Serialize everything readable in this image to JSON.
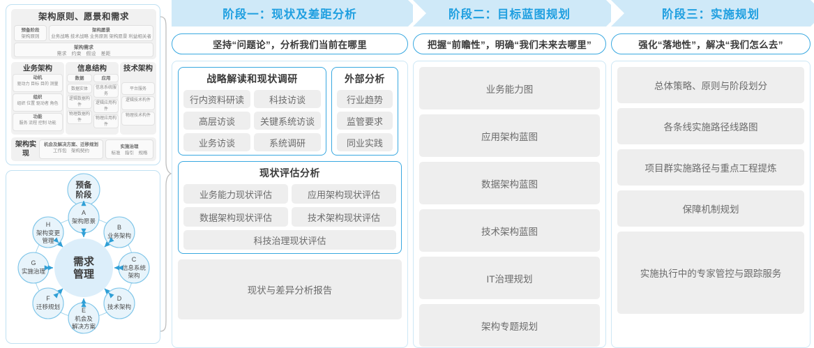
{
  "left_panel": {
    "togaf": {
      "title": "架构原则、愿景和需求",
      "prep_stage": {
        "title": "预备阶段",
        "items": "架构原则"
      },
      "arch_vision": {
        "title": "架构愿景",
        "items": "业务战略 技术战略 业务原则 架构愿景 利益相关者"
      },
      "arch_req": {
        "title": "架构需求",
        "items": "需求　约束　假设　差距"
      },
      "columns": [
        {
          "header": "业务架构",
          "groups": [
            {
              "title": "动机",
              "items": "驱动力 目标 目的 测量"
            },
            {
              "title": "组织",
              "items": "组织 位置 驱动者 角色"
            },
            {
              "title": "功能",
              "items": "服务 流程 控制 功能"
            }
          ]
        },
        {
          "header": "信息结构",
          "sub_columns": [
            {
              "title": "数据",
              "items": [
                "数据实体",
                "逻辑数据构件",
                "物理数据构件"
              ]
            },
            {
              "title": "应用",
              "items": [
                "信息系统服务",
                "逻辑应用构件",
                "物理应用构件"
              ]
            }
          ]
        },
        {
          "header": "技术架构",
          "items": [
            "平台服务",
            "逻辑技术构件",
            "物理技术构件"
          ]
        }
      ],
      "bottom": {
        "label": "架构实现",
        "opportunity": {
          "title": "机会及解决方案、迁移规划",
          "items": "工作包　架构契约"
        },
        "governance": {
          "title": "实施治理",
          "items": "标准　指引　规格"
        }
      }
    },
    "adm": {
      "prep": "预备阶段",
      "center": "需求管理",
      "nodes": [
        {
          "key": "A",
          "label": "架构愿景"
        },
        {
          "key": "B",
          "label": "业务架构"
        },
        {
          "key": "C",
          "label": "信息系统架构"
        },
        {
          "key": "D",
          "label": "技术架构"
        },
        {
          "key": "E",
          "label": "机会及解决方案"
        },
        {
          "key": "F",
          "label": "迁移规划"
        },
        {
          "key": "G",
          "label": "实施治理"
        },
        {
          "key": "H",
          "label": "架构变更管理"
        }
      ]
    }
  },
  "phases": [
    {
      "chevron": "阶段一：现状及差距分析",
      "subtitle": "坚持“问题论”，分析我们当前在哪里",
      "survey_box": {
        "header": "战略解读和现状调研",
        "items": [
          "行内资料研读",
          "科技访谈",
          "高层访谈",
          "关键系统访谈",
          "业务访谈",
          "系统调研"
        ]
      },
      "external_box": {
        "header": "外部分析",
        "items": [
          "行业趋势",
          "监管要求",
          "同业实践"
        ]
      },
      "assessment_box": {
        "header": "现状评估分析",
        "items": [
          "业务能力现状评估",
          "应用架构现状评估",
          "数据架构现状评估",
          "技术架构现状评估"
        ],
        "full_item": "科技治理现状评估"
      },
      "report": "现状与差异分析报告"
    },
    {
      "chevron": "阶段二：目标蓝图规划",
      "subtitle": "把握“前瞻性”，明确“我们未来去哪里”",
      "items": [
        "业务能力图",
        "应用架构蓝图",
        "数据架构蓝图",
        "技术架构蓝图",
        "IT治理规划",
        "架构专题规划"
      ]
    },
    {
      "chevron": "阶段三：实施规划",
      "subtitle": "强化“落地性”，解决“我们怎么去”",
      "items": [
        "总体策略、原则与阶段划分",
        "各条线实施路径线路图",
        "项目群实施路径与重点工程提炼",
        "保障机制规划",
        "实施执行中的专家管控与跟踪服务"
      ]
    }
  ],
  "colors": {
    "chevron_bg": "#cfe9f8",
    "chevron_text": "#1f9fe0",
    "accent_border": "#38a8e0",
    "panel_border": "#cde7f5",
    "chip_bg": "#eeeeee",
    "node_fill": "#e8f4fb",
    "node_stroke": "#7cc4e8",
    "arrow": "#2f9fd6"
  }
}
